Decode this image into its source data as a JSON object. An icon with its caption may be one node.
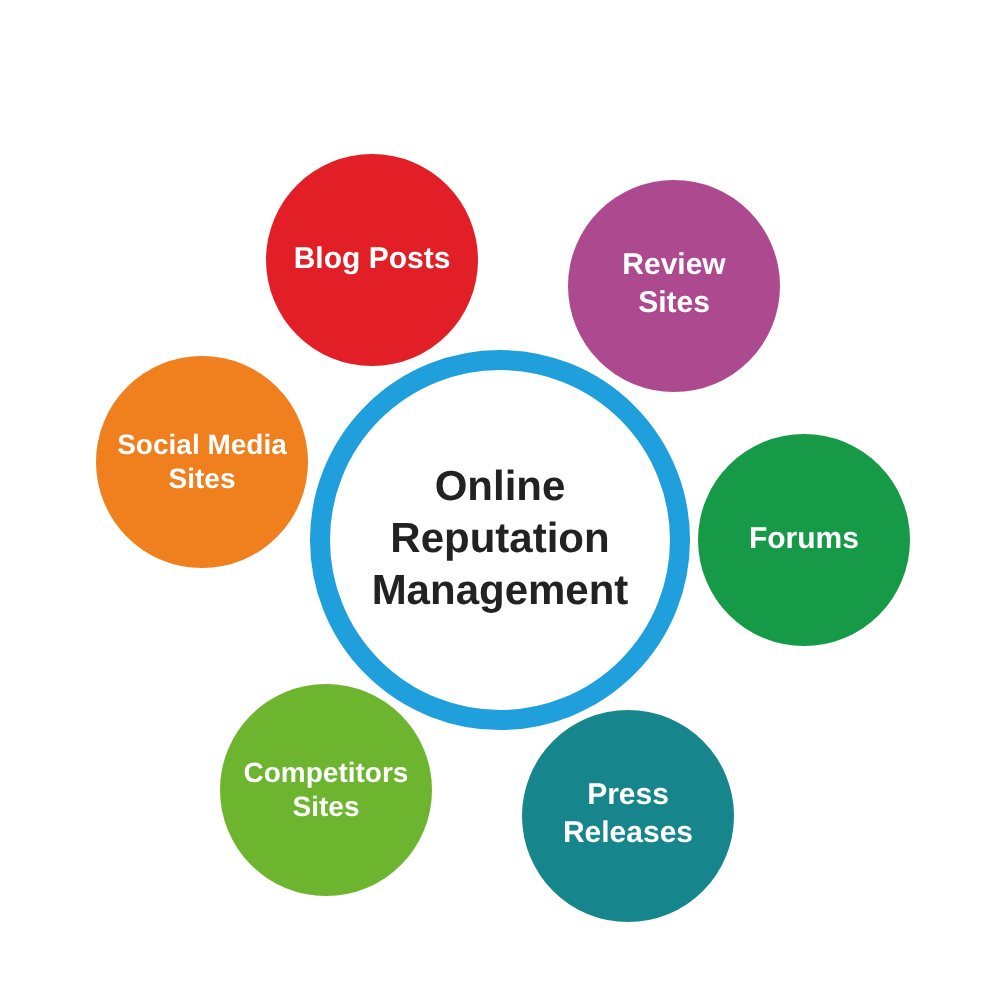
{
  "diagram": {
    "nodes": [
      {
        "text": [
          "Blog Posts"
        ]
      },
      {
        "text": [
          "Review Sites"
        ]
      },
      {
        "text": [
          "Social Media Sites"
        ]
      },
      {
        "text": [
          "Online Reputation Management"
        ]
      },
      {
        "text": [
          "Forums"
        ]
      },
      {
        "text": [
          "Competitors Sites"
        ]
      },
      {
        "text": [
          "Press Releases"
        ]
      }
    ]
  }
}
